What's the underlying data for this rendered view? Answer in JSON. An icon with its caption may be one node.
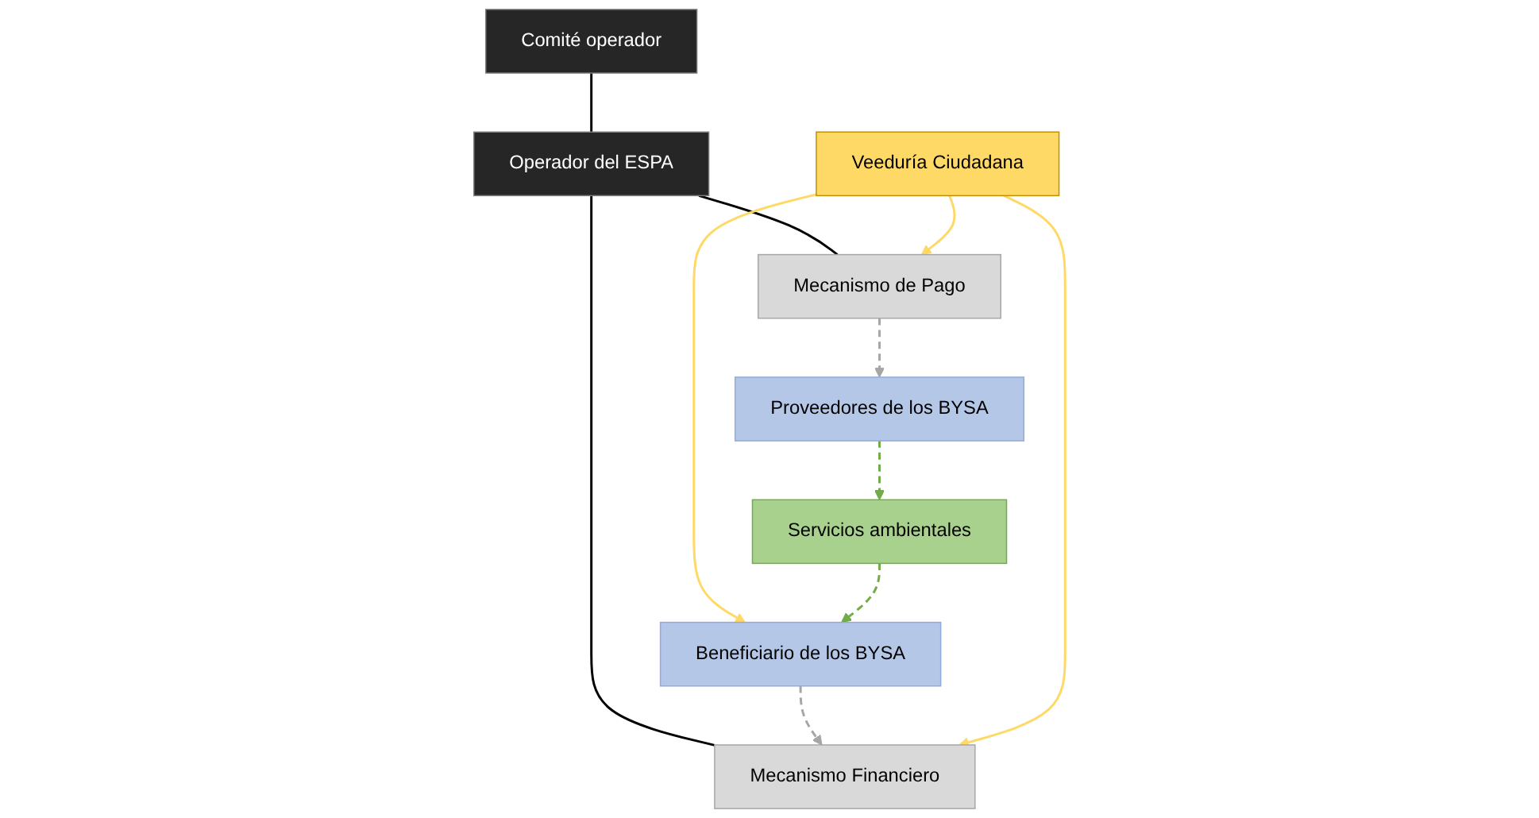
{
  "diagram": {
    "nodes": [
      {
        "text": [
          "Comité operador"
        ]
      },
      {
        "text": [
          "Operador del ESPA"
        ]
      },
      {
        "text": [
          "Beneficiario de los BYSA"
        ]
      },
      {
        "text": [
          "Mecanismo Financiero"
        ]
      },
      {
        "text": [
          "Mecanismo de Pago"
        ]
      },
      {
        "text": [
          "Proveedores de los BYSA"
        ]
      },
      {
        "text": [
          "Veeduría Ciudadana"
        ]
      },
      {
        "text": [
          "Servicios ambientales"
        ]
      }
    ],
    "edges": [
      {
        "from": 0,
        "to": 1,
        "arrow": "none"
      },
      {
        "from": 1,
        "to": 3,
        "arrow": "none"
      },
      {
        "from": 1,
        "to": 4,
        "arrow": "none"
      },
      {
        "from": 2,
        "to": 3,
        "arrow": "to",
        "style": "dashed",
        "color": "#a6a6a6"
      },
      {
        "from": 4,
        "to": 5,
        "arrow": "to",
        "style": "dashed",
        "color": "#a6a6a6"
      },
      {
        "from": 6,
        "to": 3,
        "arrow": "to",
        "color": "#ffd966"
      },
      {
        "from": 6,
        "to": 4,
        "arrow": "to",
        "color": "#ffd966"
      },
      {
        "from": 6,
        "to": 2,
        "arrow": "to",
        "color": "#ffd966"
      },
      {
        "from": 7,
        "to": 2,
        "arrow": "to",
        "style": "dashed",
        "color": "#70ad47"
      },
      {
        "from": 5,
        "to": 7,
        "arrow": "to",
        "style": "dashed",
        "color": "#70ad47"
      }
    ]
  }
}
